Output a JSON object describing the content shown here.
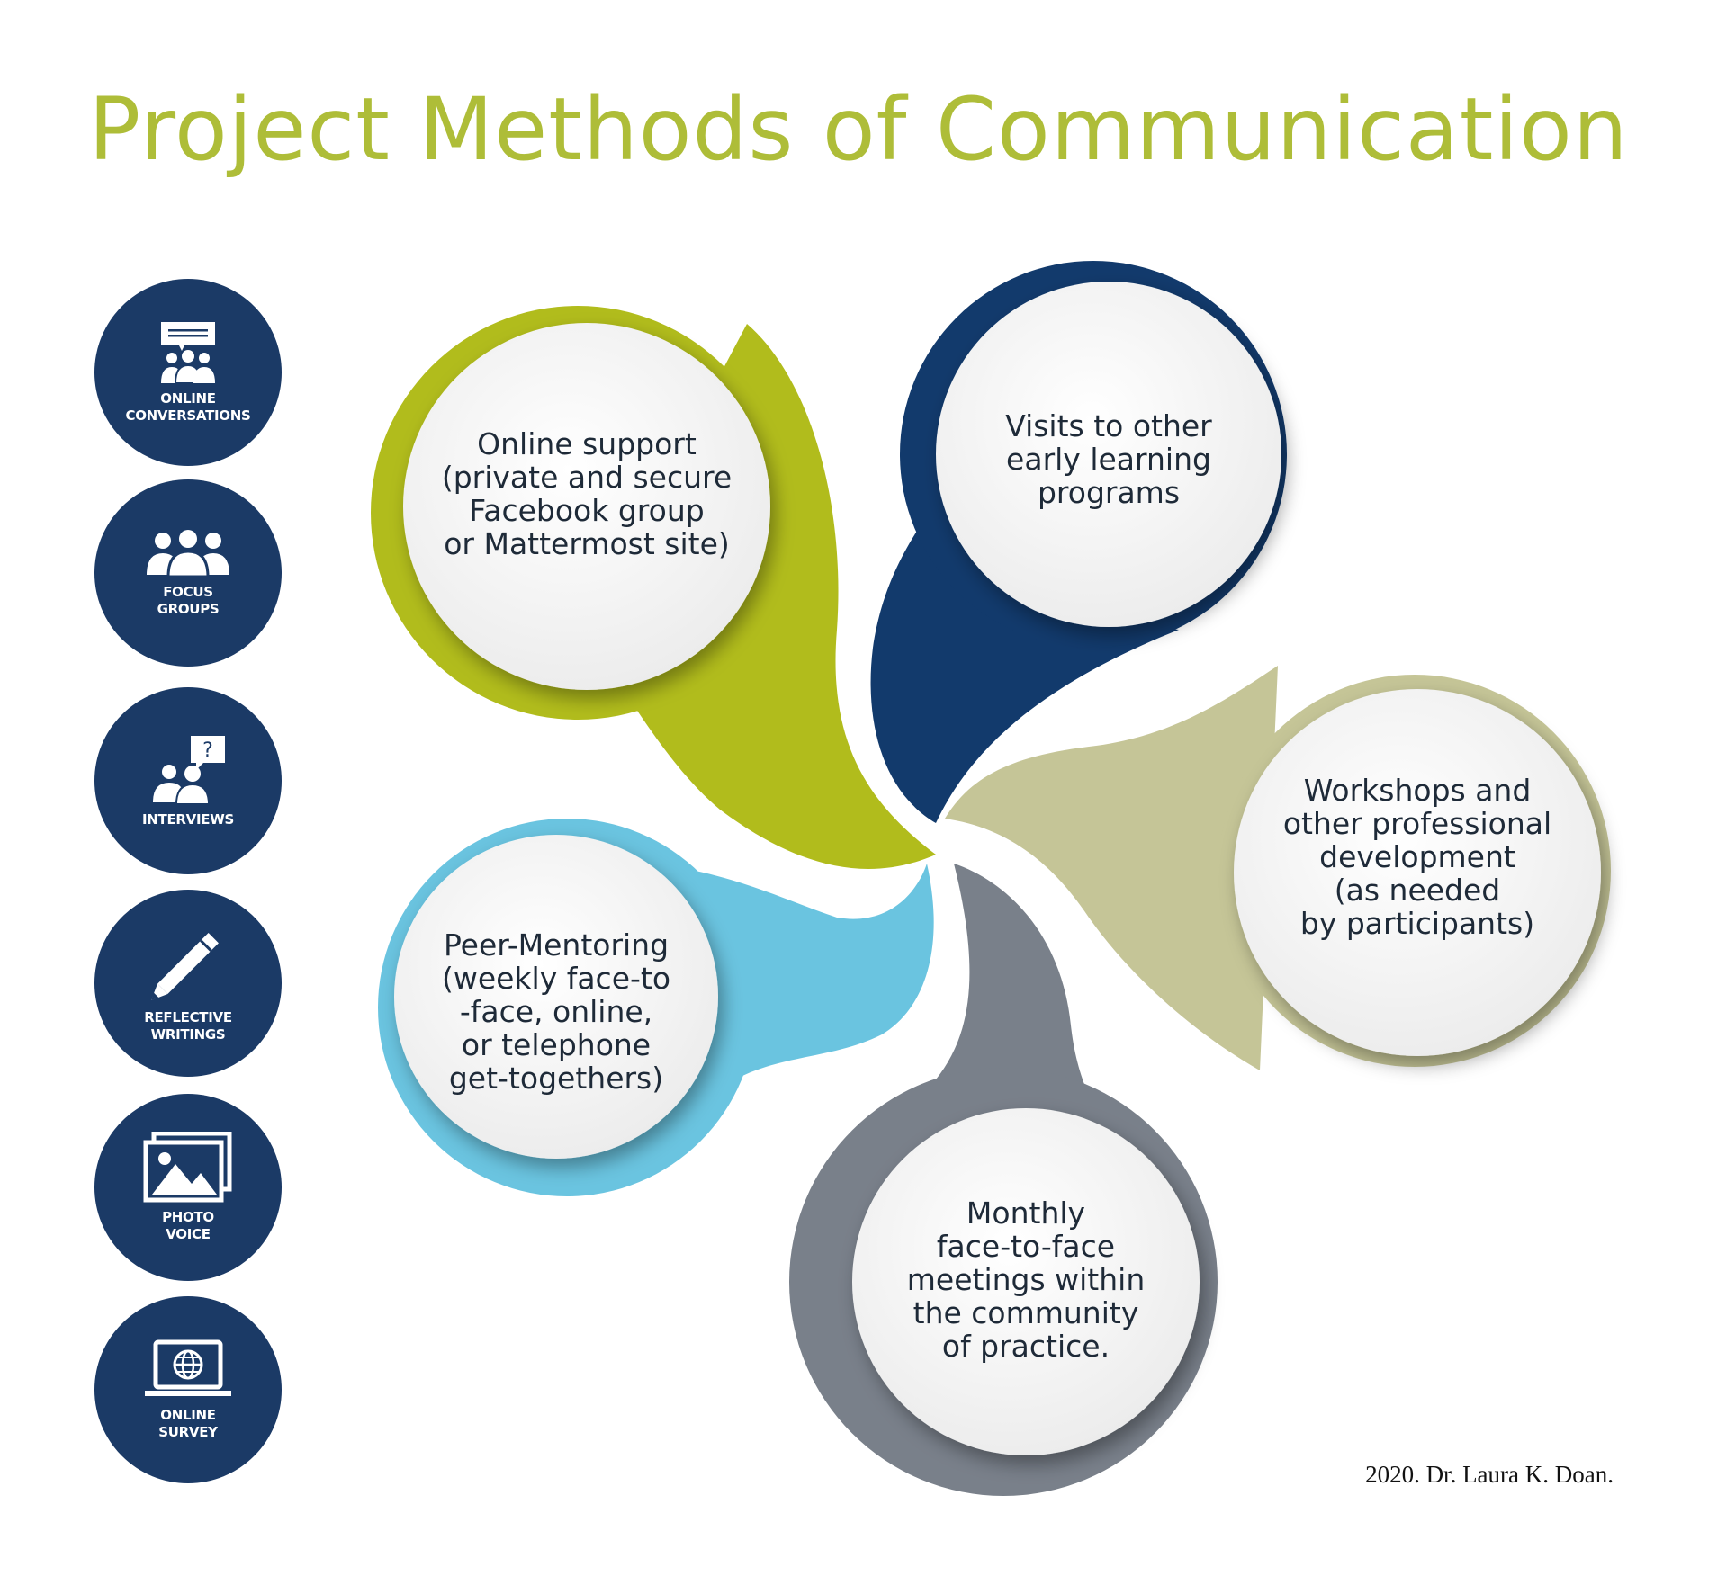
{
  "title": "Project Methods of Communication",
  "methods": [
    {
      "label": "ONLINE\nCONVERSATIONS",
      "icon": "online-conversations-icon"
    },
    {
      "label": "FOCUS\nGROUPS",
      "icon": "focus-groups-icon"
    },
    {
      "label": "INTERVIEWS",
      "icon": "interviews-icon"
    },
    {
      "label": "REFLECTIVE\nWRITINGS",
      "icon": "pencil-icon"
    },
    {
      "label": "PHOTO\nVOICE",
      "icon": "photo-icon"
    },
    {
      "label": "ONLINE\nSURVEY",
      "icon": "laptop-globe-icon"
    }
  ],
  "bubbles": [
    {
      "lines": [
        "Online support",
        "(private and secure",
        "Facebook group",
        "or Mattermost site)"
      ],
      "color": "#b1bc1c"
    },
    {
      "lines": [
        "Visits to other",
        "early learning",
        "programs"
      ],
      "color": "#123a6c"
    },
    {
      "lines": [
        "Workshops and",
        "other professional",
        "development",
        "(as needed",
        "by participants)"
      ],
      "color": "#c5c597"
    },
    {
      "lines": [
        "Monthly",
        "face-to-face",
        "meetings within",
        "the community",
        "of practice."
      ],
      "color": "#79808a"
    },
    {
      "lines": [
        "Peer-Mentoring",
        "(weekly face-to",
        "-face, online,",
        "or telephone",
        "get-togethers)"
      ],
      "color": "#6ac4e0"
    }
  ],
  "credit": "2020. Dr. Laura K. Doan."
}
